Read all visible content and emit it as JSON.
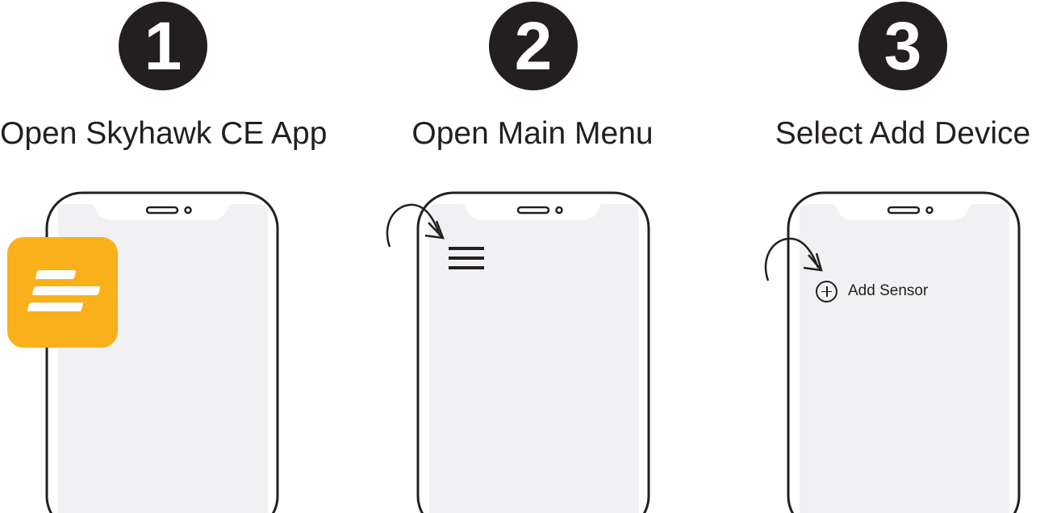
{
  "steps": [
    {
      "number": "1",
      "title": "Open Skyhawk CE App"
    },
    {
      "number": "2",
      "title": "Open Main Menu"
    },
    {
      "number": "3",
      "title": "Select Add Device"
    }
  ],
  "step3_menu": {
    "item_label": "Add Sensor",
    "item_icon": "plus-circle-icon"
  },
  "icons": {
    "app_icon": "skyhawk-app-icon",
    "menu_icon": "hamburger-menu-icon",
    "gesture": "tap-arrow-icon"
  },
  "colors": {
    "dark": "#231f20",
    "screen": "#f1f1f3",
    "app_icon_bg": "#f9b01b",
    "white": "#ffffff"
  }
}
